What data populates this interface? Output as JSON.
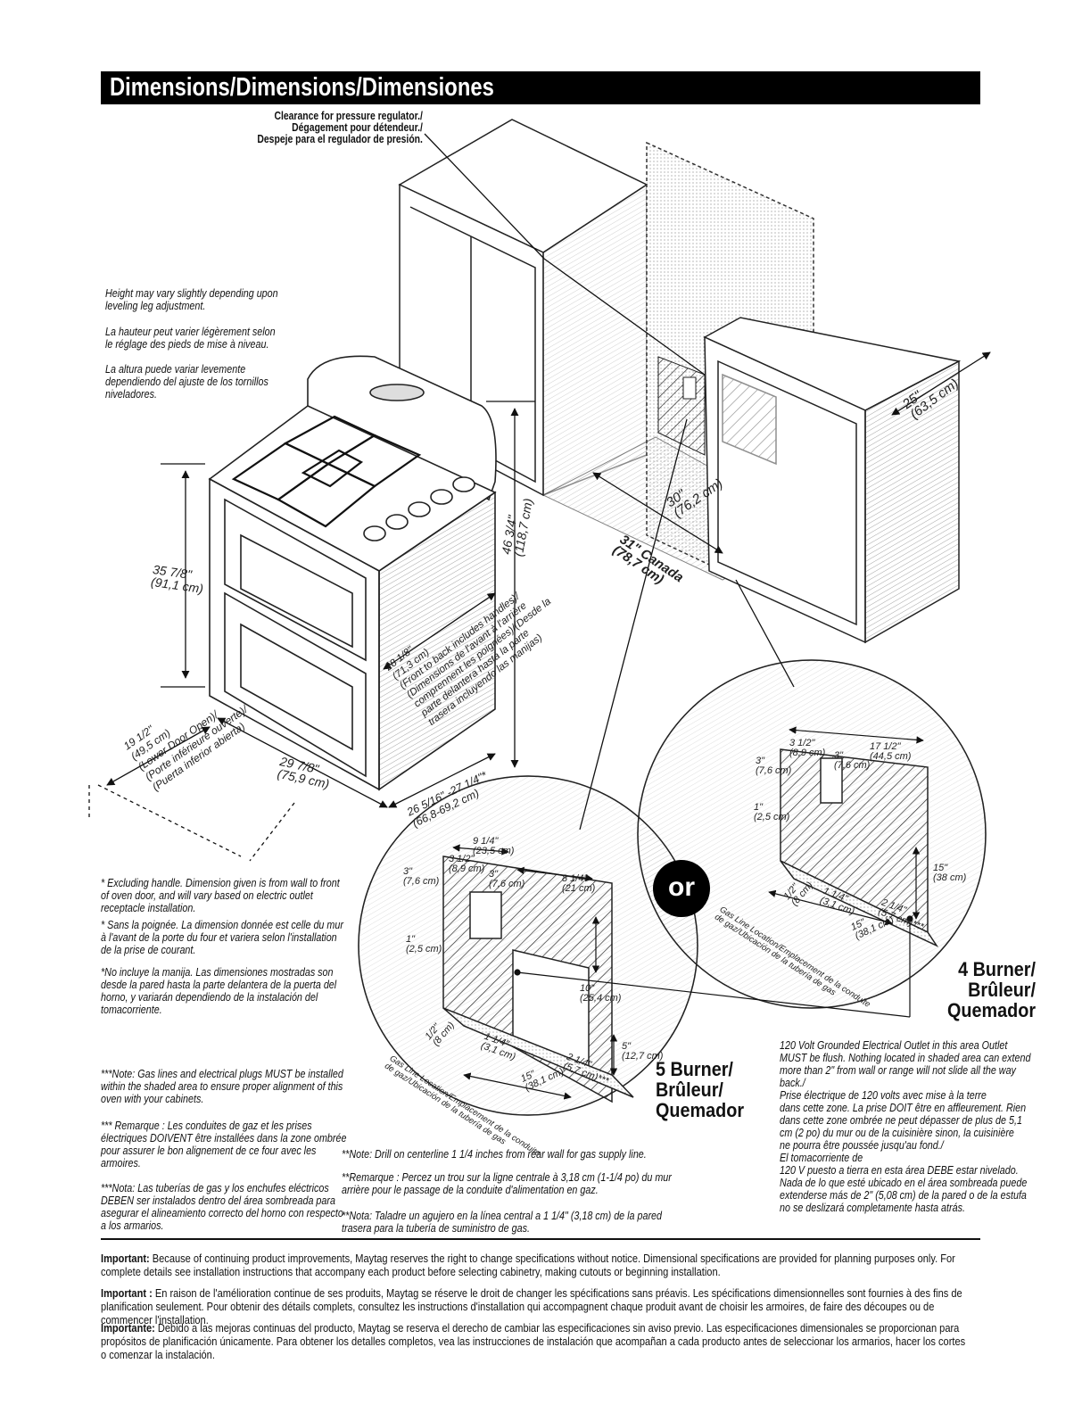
{
  "title": "Dimensions/Dimensions/Dimensiones",
  "clearance_label": "Clearance for pressure regulator./\nDégagement pour détendeur./\nDespeje para el regulador de presión.",
  "height_note": {
    "en": "Height may vary slightly depending upon\nleveling leg adjustment.",
    "fr": "La hauteur peut varier légèrement selon\nle réglage des pieds de mise à niveau.",
    "es": "La altura puede variar levemente\ndependiendo del ajuste de los tornillos\nniveladores."
  },
  "dimensions": {
    "height": "35 7/8\"\n(91,1 cm)",
    "depth_door": "19 1/2\"\n(49,5 cm)\n(Lower Door Open)/\n(Porte inférieure ouverte)/\n(Puerta inferior abierta)",
    "width": "29 7/8\"\n(75,9 cm)",
    "depth_handles": "28 1/8\"\n(71,3 cm)\n(Front to back includes handles)/\n(Dimensions de l'avant à l'arrière\ncomprennent les poignées)/(Desde la\nparte delantera hasta la parte\ntrasera incluyendo las manijas)",
    "depth_range": "26 5/16\" -27 1/4\"*\n(66,8-69,2 cm)",
    "total_height": "46 3/4\"\n(118,7 cm)",
    "opening": "30\"\n(76,2 cm)",
    "canada": "31\" Canada\n(78,7 cm)",
    "cabinet_depth": "25\"\n(63,5 cm)"
  },
  "handle_note": {
    "en": "* Excluding handle. Dimension given is from wall to front\nof oven door, and will vary based on electric outlet\nreceptacle installation.",
    "fr": "* Sans la poignée. La dimension donnée est celle du mur\nà l'avant de la porte du four et variera selon l'installation\nde la prise de courant.",
    "es": "*No incluye la manija. Las dimensiones mostradas son\ndesde la pared hasta la parte delantera de la puerta del\nhorno, y variarán dependiendo de la instalación del\ntomacorriente."
  },
  "gas_note": {
    "en": "***Note: Gas lines and electrical plugs MUST be installed\nwithin the shaded area to ensure proper alignment of this\noven with your cabinets.",
    "fr": "*** Remarque : Les conduites de gaz et les prises\nélectriques DOIVENT être installées dans la zone ombrée\npour assurer le bon alignement de ce four avec les\narmoires.",
    "es": "***Nota: Las tuberías de gas y los enchufes eléctricos\nDEBEN ser instalados dentro del área sombreada para\nasegurar el alineamiento correcto del horno con respecto\na los armarios."
  },
  "drill_note": {
    "en": "**Note: Drill on centerline 1 1/4 inches from rear wall for  gas supply line.",
    "fr": "**Remarque : Percez un trou sur la ligne centrale à 3,18 cm (1-1/4 po) du mur\narrière pour le passage de la conduite d'alimentation en gaz.",
    "es": "**Nota: Taladre un agujero en la línea central a 1 1/4\" (3,18 cm) de la pared\ntrasera para la tubería de suministro de gas."
  },
  "outlet_note": {
    "en": "120 Volt Grounded Electrical Outlet in this area Outlet\nMUST be flush. Nothing located in shaded area can extend\nmore than 2\" from wall or range will not slide all the way\nback./",
    "fr": "Prise électrique de 120 volts avec mise à la terre\ndans cette zone. La prise DOIT être en affleurement. Rien\ndans cette zone ombrée ne peut dépasser de plus de 5,1\ncm (2 po) du mur ou de la cuisinière sinon, la cuisinière\nne pourra être poussée jusqu'au fond./",
    "es": "El tomacorriente de\n120 V puesto a tierra en esta área DEBE estar nivelado.\nNada de lo que esté ubicado en el área sombreada puede\nextenderse más de 2\" (5,08 cm) de la pared o de la estufa\nno se deslizará completamente hasta atrás."
  },
  "five_burner": {
    "label": "5 Burner/\nBrûleur/\nQuemador",
    "d_914": "9 1/4\"\n(23,5 cm)",
    "d_312": "3 1/2\"\n(8,9 cm)",
    "d_3a": "3\"\n(7,6 cm)",
    "d_3b": "3\"\n(7,6 cm)",
    "d_814": "8 1/4\"\n(21 cm)",
    "d_1": "1\"\n(2,5 cm)",
    "d_10": "10\"\n(25,4 cm)",
    "d_5": "5\"\n(12,7 cm)",
    "d_12": "1/2\"\n(8 cm)",
    "d_114": "1 1/4\"\n(3,1 cm)",
    "d_15": "15\"\n(38,1 cm)",
    "d_214": "2 1/4\"\n(5,7 cm)***",
    "gas_loc": "Gas Line Location/Emplacement de la conduite\nde gaz/Ubicación de la tubería de gas"
  },
  "four_burner": {
    "label": "4 Burner/\nBrûleur/\nQuemador",
    "d_312": "3 1/2\"\n(8,9 cm)",
    "d_1712": "17 1/2\"\n(44,5 cm)",
    "d_3a": "3\"\n(7,6 cm)",
    "d_3b": "3\"\n(7,6 cm)",
    "d_1": "1\"\n(2,5 cm)",
    "d_15v": "15\"\n(38 cm)",
    "d_12": "1/2\"\n(8 cm)",
    "d_114": "1 1/4\"\n(3,1 cm)",
    "d_15": "15\"\n(38,1 cm)",
    "d_214": "2 1/4\"\n(5,7 cm)***",
    "gas_loc": "Gas Line Location/Emplacement de la conduite\nde gaz/Ubicación de la tubería de gas"
  },
  "or_badge": "or",
  "footer": {
    "en_label": "Important:",
    "en": " Because of continuing product improvements, Maytag reserves the right to change specifications without notice. Dimensional specifications are provided for planning purposes only. For complete details see installation instructions that accompany each product before selecting cabinetry, making cutouts or beginning installation.",
    "fr_label": "Important :",
    "fr": " En raison de l'amélioration continue de ses produits, Maytag se réserve le droit de changer les spécifications sans préavis. Les spécifications dimensionnelles sont fournies à des fins de planification seulement. Pour obtenir des détails complets, consultez les instructions d'installation qui accompagnent chaque produit avant de choisir les armoires, de faire des découpes ou de commencer l'installation.",
    "es_label": "Importante:",
    "es": " Debido a las mejoras continuas del producto, Maytag se reserva el derecho de cambiar las especificaciones sin aviso previo. Las especificaciones dimensionales se proporcionan para propósitos de planificación únicamente. Para obtener los detalles completos, vea las instrucciones de instalación que acompañan a cada producto antes de seleccionar los armarios, hacer los cortes o comenzar la instalación."
  }
}
